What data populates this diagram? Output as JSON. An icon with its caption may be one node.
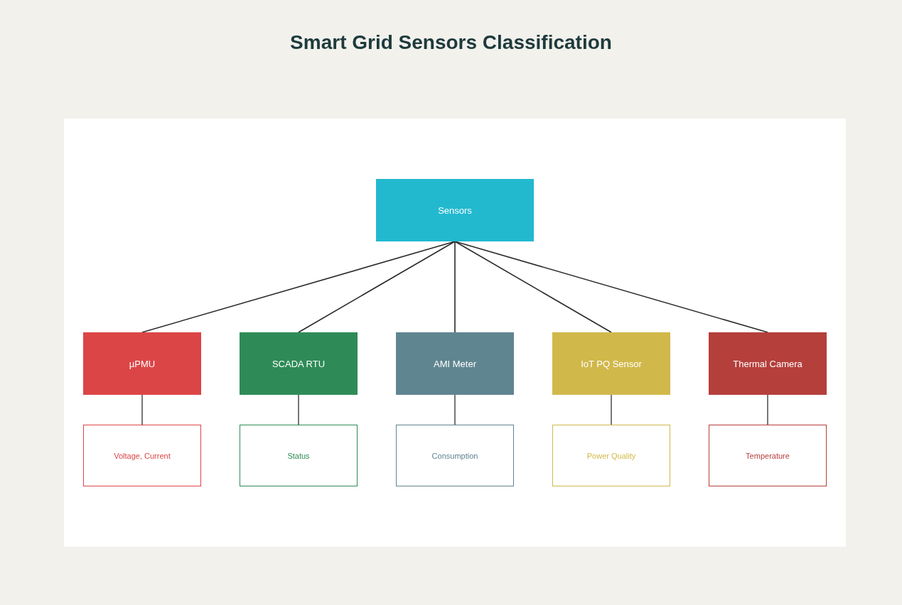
{
  "diagram": {
    "title": "Smart Grid Sensors Classification",
    "nodes": [
      {
        "text": [
          "Sensors"
        ]
      },
      {
        "text": [
          "µPMU"
        ]
      },
      {
        "text": [
          "SCADA RTU"
        ]
      },
      {
        "text": [
          "AMI Meter"
        ]
      },
      {
        "text": [
          "IoT PQ Sensor"
        ]
      },
      {
        "text": [
          "Thermal Camera"
        ]
      },
      {
        "text": [
          "Voltage, Current"
        ]
      },
      {
        "text": [
          "Status"
        ]
      },
      {
        "text": [
          "Consumption"
        ]
      },
      {
        "text": [
          "Power Quality"
        ]
      },
      {
        "text": [
          "Temperature"
        ]
      }
    ],
    "edges": [
      {
        "from": 0,
        "to": 1,
        "arrow": "none"
      },
      {
        "from": 0,
        "to": 2,
        "arrow": "none"
      },
      {
        "from": 0,
        "to": 3,
        "arrow": "none"
      },
      {
        "from": 0,
        "to": 4,
        "arrow": "none"
      },
      {
        "from": 0,
        "to": 5,
        "arrow": "none"
      },
      {
        "from": 1,
        "to": 6,
        "arrow": "none"
      },
      {
        "from": 2,
        "to": 7,
        "arrow": "none"
      },
      {
        "from": 3,
        "to": 8,
        "arrow": "none"
      },
      {
        "from": 4,
        "to": 9,
        "arrow": "none"
      },
      {
        "from": 5,
        "to": 10,
        "arrow": "none"
      }
    ]
  }
}
